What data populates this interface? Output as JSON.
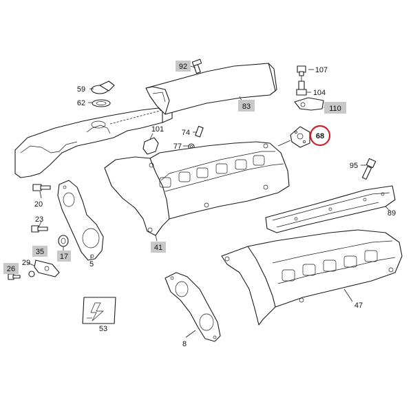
{
  "parts": {
    "p92": "92",
    "p107": "107",
    "p59": "59",
    "p62": "62",
    "p104": "104",
    "p83": "83",
    "p110": "110",
    "p101": "101",
    "p74": "74",
    "p77": "77",
    "p68": "68",
    "p95": "95",
    "p20": "20",
    "p23": "23",
    "p35": "35",
    "p17": "17",
    "p89": "89",
    "p41": "41",
    "p26": "26",
    "p29": "29",
    "p5": "5",
    "p47": "47",
    "p53": "53",
    "p8": "8"
  },
  "highlighted_parts": [
    "92",
    "83",
    "110",
    "35",
    "17",
    "41",
    "26"
  ],
  "circled_part": "68",
  "colors": {
    "line": "#1a1a1a",
    "highlight_box": "#c8c8c8",
    "circle": "#d0202a"
  }
}
